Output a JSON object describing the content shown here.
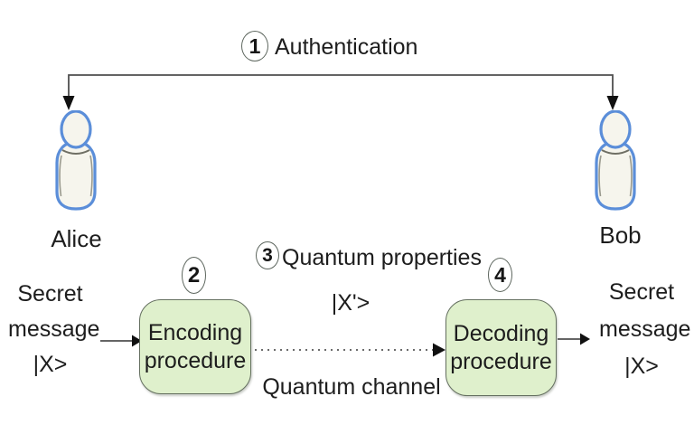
{
  "diagram": {
    "auth": {
      "number": "1",
      "label": "Authentication"
    },
    "actors": {
      "alice": "Alice",
      "bob": "Bob"
    },
    "encoding": {
      "number": "2",
      "line1": "Encoding",
      "line2": "procedure"
    },
    "decoding": {
      "number": "4",
      "line1": "Decoding",
      "line2": "procedure"
    },
    "channel": {
      "number": "3",
      "label": "Quantum properties",
      "state": "|X'>",
      "channel_label": "Quantum channel"
    },
    "secret_left": {
      "line1": "Secret",
      "line2": "message",
      "line3": "|X>"
    },
    "secret_right": {
      "line1": "Secret",
      "line2": "message",
      "line3": "|X>"
    },
    "icons": {
      "alice": "person-icon",
      "bob": "person-icon",
      "arrows": [
        "authentication-arrow",
        "message-in-arrow",
        "quantum-channel-dotted-arrow",
        "message-out-arrow"
      ]
    },
    "colors": {
      "box_fill": "#dff0cc",
      "box_border": "#657060",
      "person_stroke": "#5b8ed9",
      "person_fill": "#f6f5ed",
      "connector": "#4f4f4f",
      "dotted_line": "#6b6b6b",
      "text": "#1d1d1d",
      "background": "#ffffff"
    }
  }
}
